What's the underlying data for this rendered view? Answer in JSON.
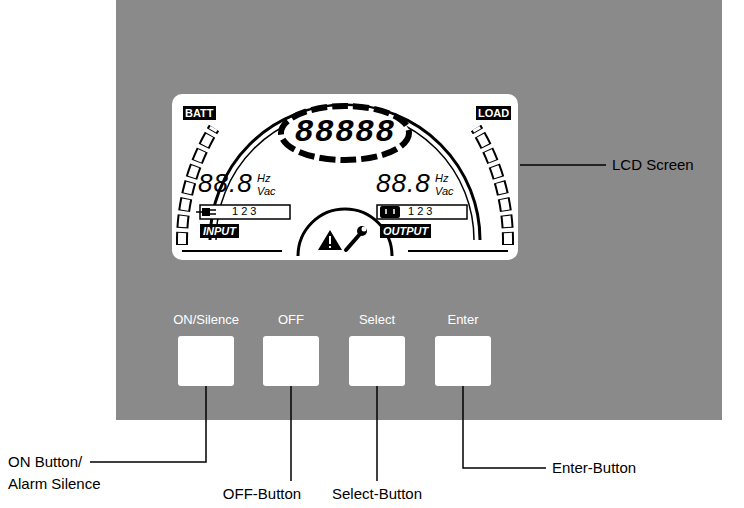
{
  "diagram": {
    "nodes": [
      {
        "text": [
          "ON/Silence"
        ]
      },
      {
        "text": [
          "OFF"
        ]
      },
      {
        "text": [
          "Select"
        ]
      },
      {
        "text": [
          "Enter"
        ]
      }
    ],
    "labels": [
      "BATT",
      "LOAD",
      "88888",
      "88.8",
      "Hz",
      "Vac",
      "88.8",
      "Hz",
      "Vac",
      "1 2 3",
      "INPUT",
      "1 2 3",
      "OUTPUT",
      "LCD Screen",
      "ON Button/ Alarm Silence",
      "OFF-Button",
      "Select-Button",
      "Enter-Button"
    ]
  }
}
